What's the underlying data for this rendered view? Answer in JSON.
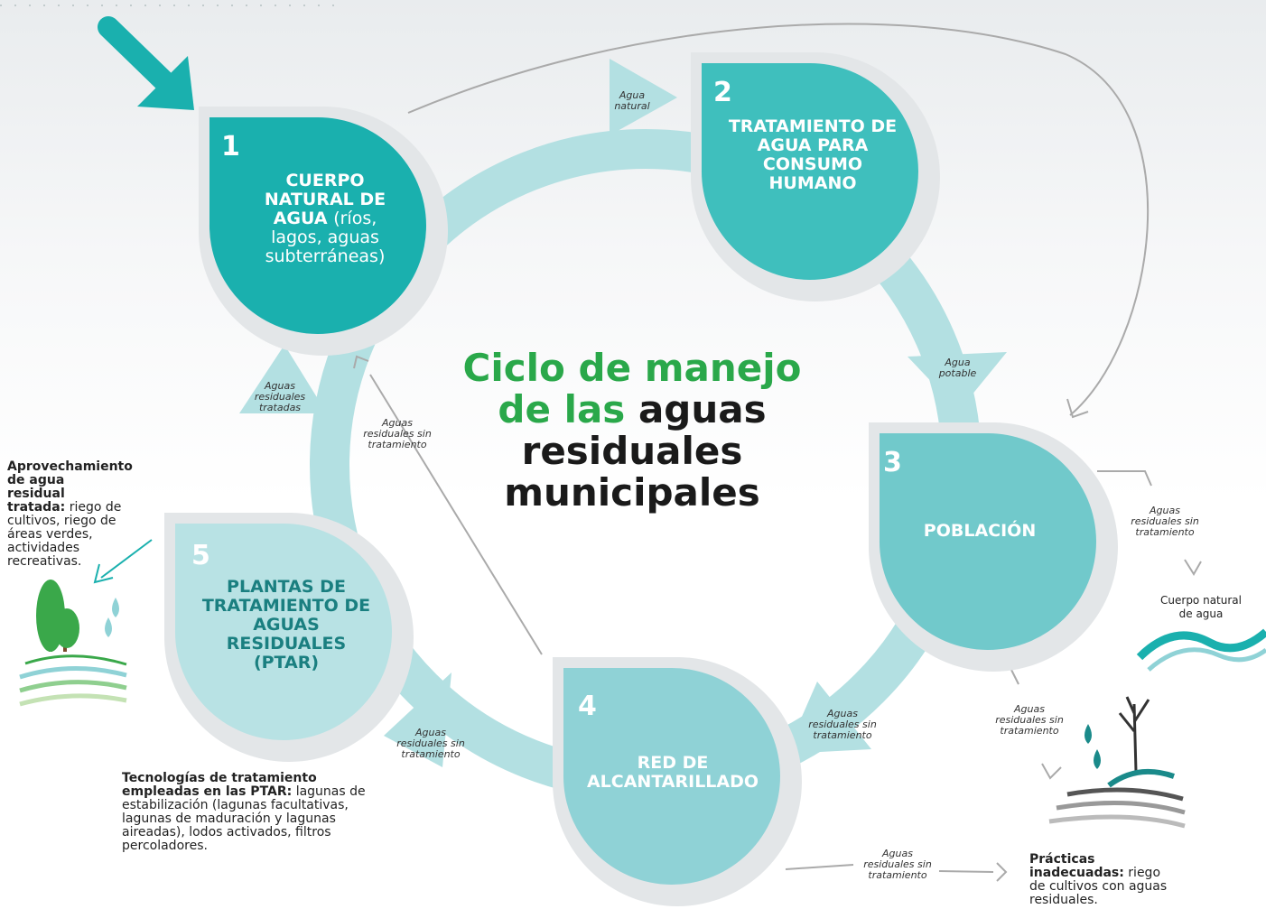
{
  "title": {
    "green": "Ciclo de manejo de las",
    "dark": "aguas residuales municipales"
  },
  "stages": [
    {
      "num": "1",
      "title": "CUERPO NATURAL DE AGUA",
      "detail": "(ríos, lagos, aguas subterráneas)"
    },
    {
      "num": "2",
      "title": "TRATAMIENTO DE AGUA PARA CONSUMO HUMANO"
    },
    {
      "num": "3",
      "title": "POBLACIÓN"
    },
    {
      "num": "4",
      "title": "RED DE ALCANTARILLADO"
    },
    {
      "num": "5",
      "title": "PLANTAS DE TRATAMIENTO DE AGUAS RESIDUALES (PTAR)"
    }
  ],
  "arrows": {
    "natural": "Agua natural",
    "potable": "Agua potable",
    "residuales_34": "Aguas residuales sin tratamiento",
    "residuales_45": "Aguas residuales sin tratamiento",
    "tratadas": "Aguas residuales tratadas",
    "sin_tratamiento_41": "Aguas residuales sin tratamiento",
    "sin_tratamiento_cuerpo": "Aguas residuales sin tratamiento",
    "sin_tratamiento_practicas": "Aguas residuales sin tratamiento",
    "sin_tratamiento_bottom": "Aguas residuales sin tratamiento"
  },
  "notes": {
    "aprovechamiento_bold": "Aprovechamiento de agua residual tratada:",
    "aprovechamiento_text": "riego de cultivos, riego de áreas verdes, actividades recreativas.",
    "tecnologias_bold": "Tecnologías de tratamiento empleadas en las PTAR:",
    "tecnologias_text": "lagunas de estabilización (lagunas facultativas, lagunas de maduración y lagunas aireadas), lodos activados, filtros percoladores.",
    "cuerpo_natural": "Cuerpo natural de agua",
    "practicas_bold": "Prácticas inadecuadas:",
    "practicas_text": "riego de cultivos con aguas residuales."
  },
  "colors": {
    "stage1": "#1ab0ae",
    "stage2": "#3fbfbd",
    "stage3": "#71c9cb",
    "stage4": "#8fd2d6",
    "stage5": "#b8e2e4",
    "ring": "#b3e0e2",
    "accent": "#2aa84a"
  }
}
